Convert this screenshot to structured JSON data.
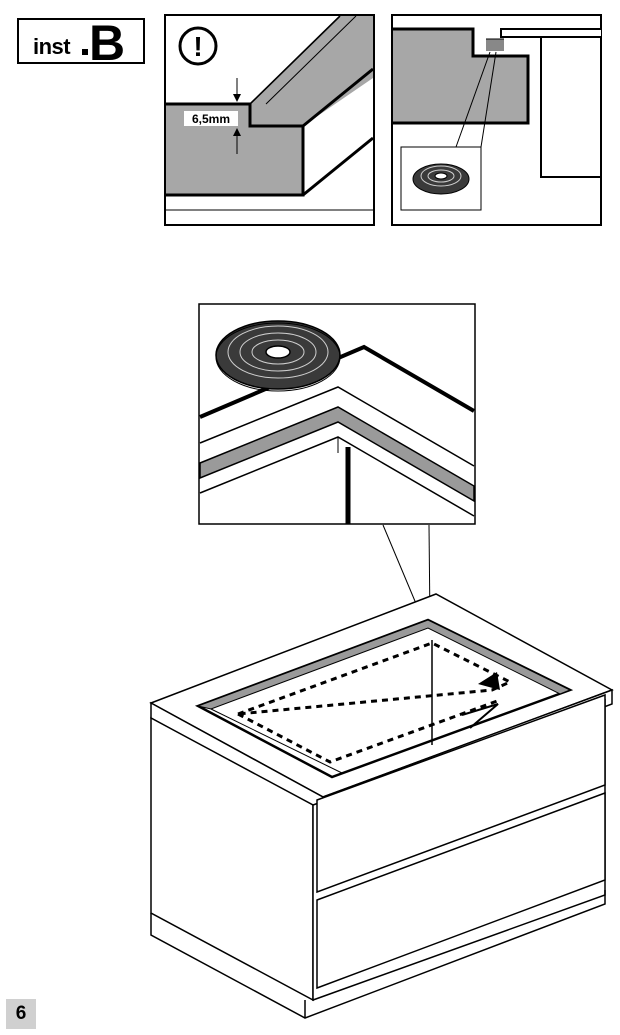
{
  "header": {
    "badge_prefix": "inst",
    "badge_letter": "B"
  },
  "step1": {
    "warning_symbol": "!",
    "dimension_label": "6,5mm"
  },
  "footer": {
    "page_number": "6"
  },
  "colors": {
    "counter_gray": "#a7a7a7",
    "seal_gray": "#9a9a9a",
    "ink": "#000000",
    "page_box": "#d0d0d0"
  }
}
